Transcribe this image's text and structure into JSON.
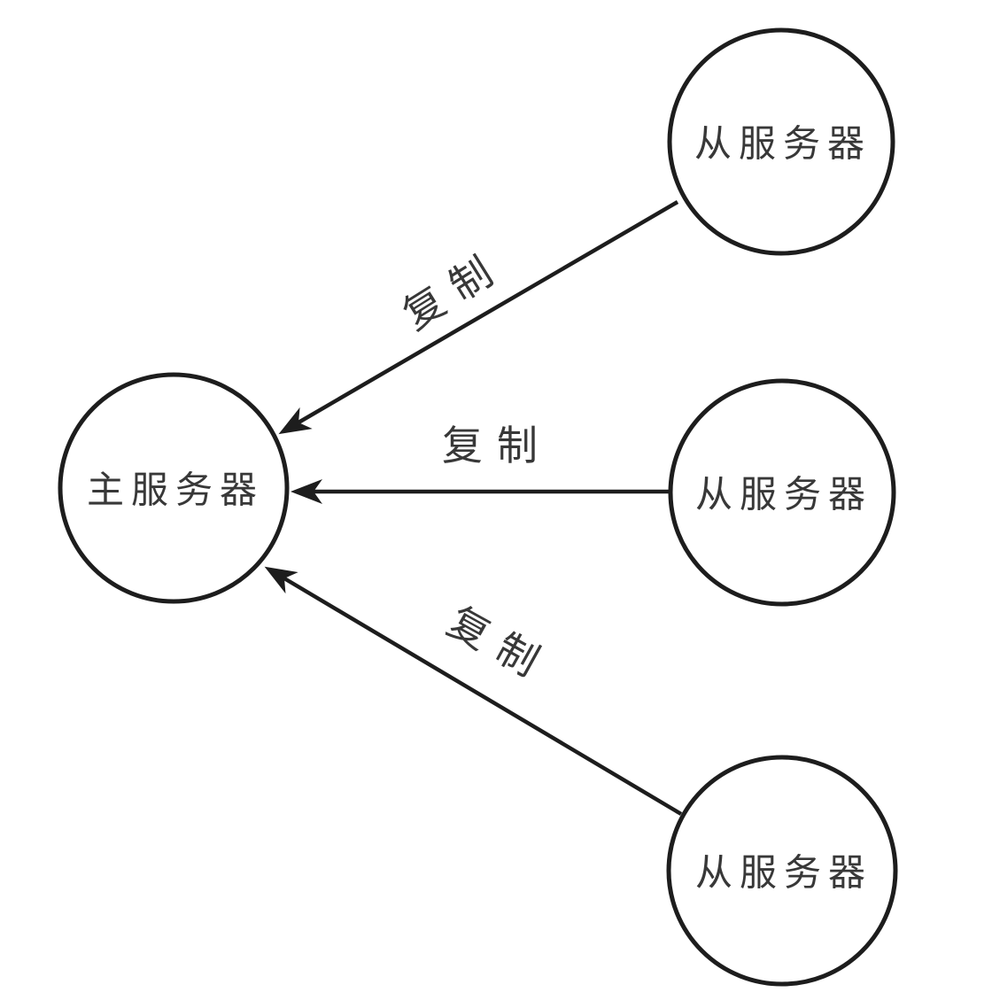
{
  "diagram": {
    "type": "master-slave-replication",
    "colors": {
      "background": "#ffffff",
      "line_stroke": "#1d1d1d",
      "text": "#383838"
    },
    "nodes": {
      "master": {
        "label": "主服务器"
      },
      "slave_top": {
        "label": "从服务器"
      },
      "slave_middle": {
        "label": "从服务器"
      },
      "slave_bottom": {
        "label": "从服务器"
      }
    },
    "edges": {
      "top": {
        "label": "复制",
        "from": "slave_top",
        "to": "master"
      },
      "middle": {
        "label": "复制",
        "from": "slave_middle",
        "to": "master"
      },
      "bottom": {
        "label": "复制",
        "from": "slave_bottom",
        "to": "master"
      }
    }
  }
}
